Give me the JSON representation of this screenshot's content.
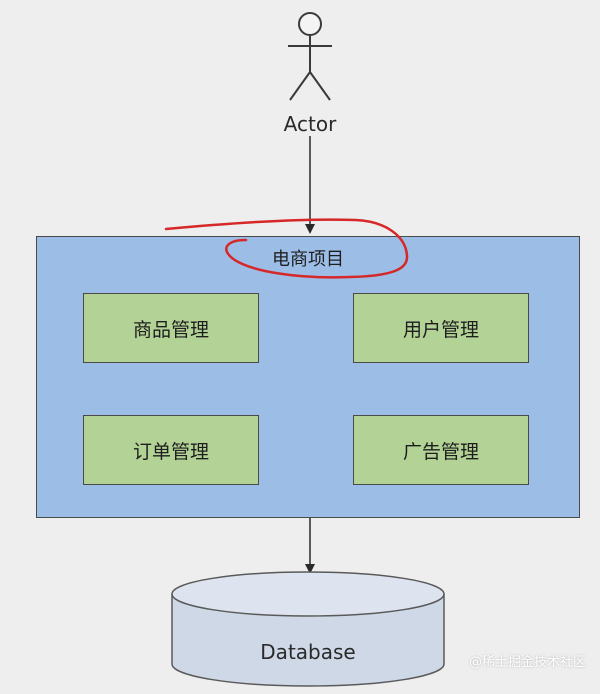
{
  "actor": {
    "label": "Actor"
  },
  "system": {
    "title": "电商项目"
  },
  "modules": [
    {
      "label": "商品管理"
    },
    {
      "label": "用户管理"
    },
    {
      "label": "订单管理"
    },
    {
      "label": "广告管理"
    }
  ],
  "database": {
    "label": "Database"
  },
  "watermark": "@稀土掘金技术社区",
  "colors": {
    "background": "#eeeeee",
    "system_fill": "#9cbde6",
    "module_fill": "#b3d296",
    "database_fill": "#cfd8e6",
    "annotation": "#d62828",
    "stroke": "#3a3a3a"
  }
}
